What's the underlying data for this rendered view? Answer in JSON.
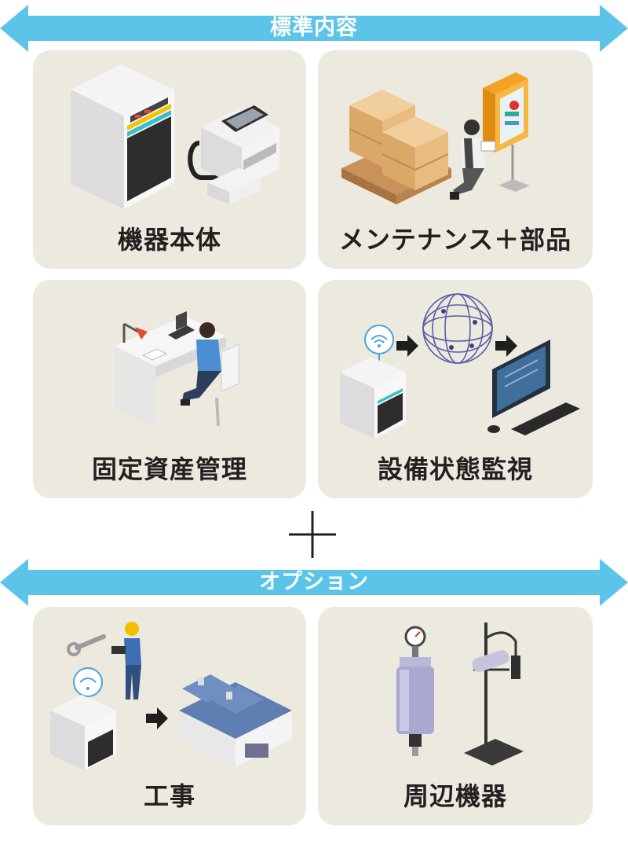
{
  "standard": {
    "title": "標準内容",
    "items": [
      {
        "label": "機器本体",
        "icon": "server-cabinet-and-controller"
      },
      {
        "label": "メンテナンス＋部品",
        "icon": "boxes-and-technician"
      },
      {
        "label": "固定資産管理",
        "icon": "office-worker-at-desk"
      },
      {
        "label": "設備状態監視",
        "icon": "iot-cloud-monitor"
      }
    ]
  },
  "plus": "＋",
  "option": {
    "title": "オプション",
    "items": [
      {
        "label": "工事",
        "icon": "worker-and-factory"
      },
      {
        "label": "周辺機器",
        "icon": "gauge-cylinder-and-stand"
      }
    ]
  },
  "colors": {
    "arrow": "#5bc4e8",
    "card": "#ece9de",
    "text": "#231f20"
  }
}
